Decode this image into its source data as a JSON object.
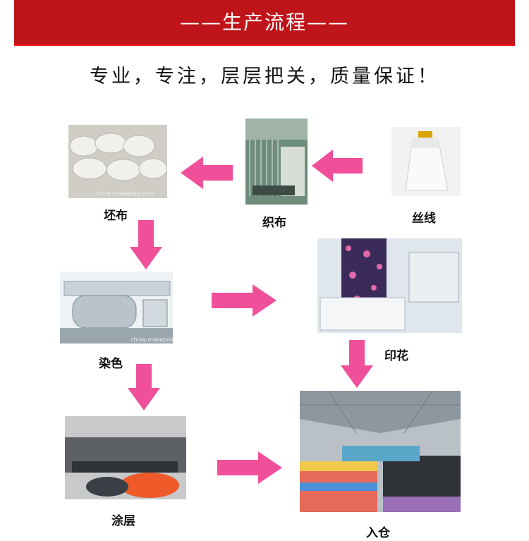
{
  "header": {
    "title": "——生产流程——"
  },
  "slogan": "专业，专注，层层把关，质量保证！",
  "steps": {
    "silk": "丝线",
    "weaving": "织布",
    "greige": "坯布",
    "dyeing": "染色",
    "printing": "印花",
    "coating": "涂层",
    "warehouse": "入仓"
  },
  "watermarks": {
    "greige": "china.makepolo.com",
    "dyeing": "china.makepolo.com"
  },
  "colors": {
    "banner": "#c0141b",
    "arrow": "#f0509a"
  }
}
